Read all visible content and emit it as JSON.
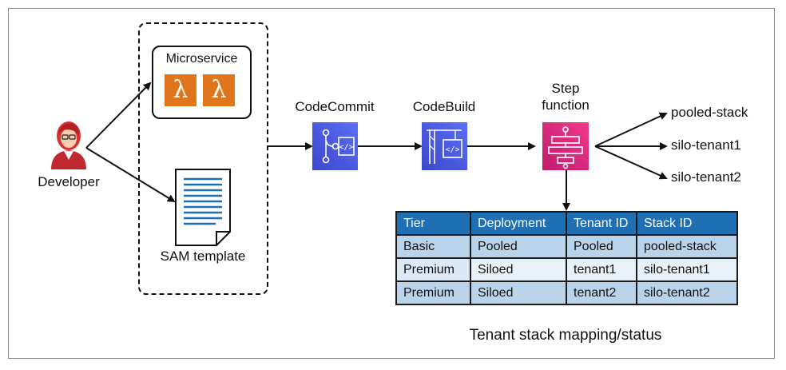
{
  "developer": {
    "label": "Developer"
  },
  "group": {
    "microservice": {
      "title": "Microservice",
      "icons": [
        "lambda-icon",
        "lambda-icon"
      ]
    },
    "sam_template": {
      "label": "SAM template"
    }
  },
  "pipeline": {
    "codecommit": {
      "label": "CodeCommit"
    },
    "codebuild": {
      "label": "CodeBuild"
    },
    "step_function": {
      "label_line1": "Step",
      "label_line2": "function"
    }
  },
  "targets": [
    "pooled-stack",
    "silo-tenant1",
    "silo-tenant2"
  ],
  "table": {
    "headers": [
      "Tier",
      "Deployment",
      "Tenant ID",
      "Stack ID"
    ],
    "rows": [
      [
        "Basic",
        "Pooled",
        "Pooled",
        "pooled-stack"
      ],
      [
        "Premium",
        "Siloed",
        "tenant1",
        "silo-tenant1"
      ],
      [
        "Premium",
        "Siloed",
        "tenant2",
        "silo-tenant2"
      ]
    ],
    "caption": "Tenant stack mapping/status"
  },
  "colors": {
    "lambda": "#e0761c",
    "codecommit_gradient": [
      "#3b48cc",
      "#5a6ef5"
    ],
    "codebuild_gradient": [
      "#3b48cc",
      "#5a6ef5"
    ],
    "stepfunction_gradient": [
      "#c21a6e",
      "#ee3a8c"
    ],
    "table_header": "#1f6fb5",
    "table_row": "#b9d3ea"
  }
}
